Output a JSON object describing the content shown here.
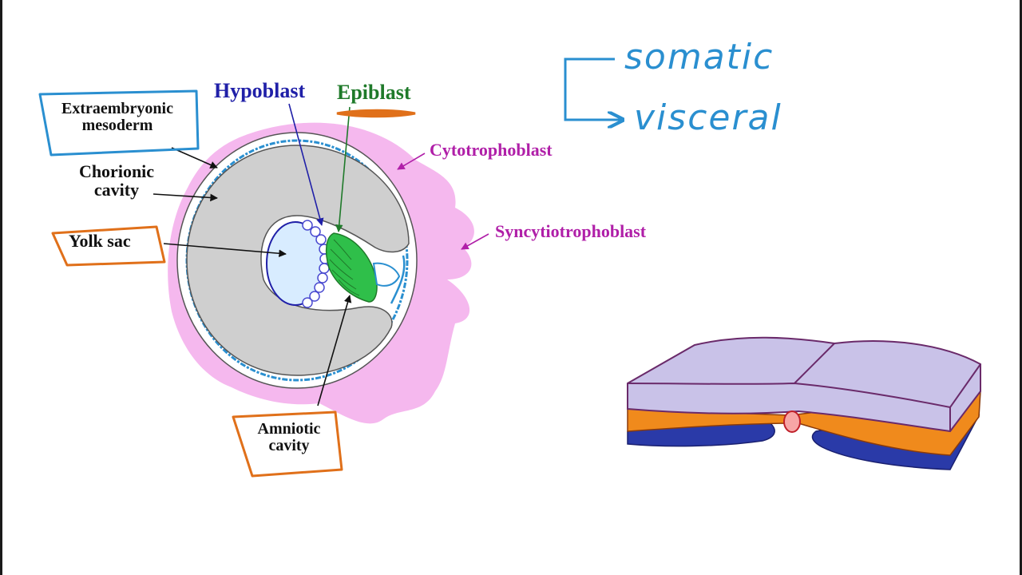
{
  "labels": {
    "extraembryonic_mesoderm_line1": "Extraembryonic",
    "extraembryonic_mesoderm_line2": "mesoderm",
    "hypoblast": "Hypoblast",
    "epiblast": "Epiblast",
    "chorionic_cavity_line1": "Chorionic",
    "chorionic_cavity_line2": "cavity",
    "yolk_sac": "Yolk sac",
    "cytotrophoblast": "Cytotrophoblast",
    "syncytiotrophoblast": "Syncytiotrophoblast",
    "amniotic_cavity_line1": "Amniotic",
    "amniotic_cavity_line2": "cavity"
  },
  "annotations": {
    "somatic": "somatic",
    "visceral": "visceral"
  },
  "colors": {
    "trophoblast_pink": "#f5b8ee",
    "chorionic_gray": "#cfcfcf",
    "yolk_blue": "#d8ecff",
    "epiblast_green": "#2fbf4a",
    "mesoderm_line": "#2a8fd0",
    "annotation_orange": "#e0701a",
    "annotation_blue": "#2a8fd0",
    "book_lavender": "#c9c2e8",
    "book_orange": "#f08a1c",
    "book_blue": "#2a3aa8",
    "book_outline": "#6a2a6a"
  }
}
